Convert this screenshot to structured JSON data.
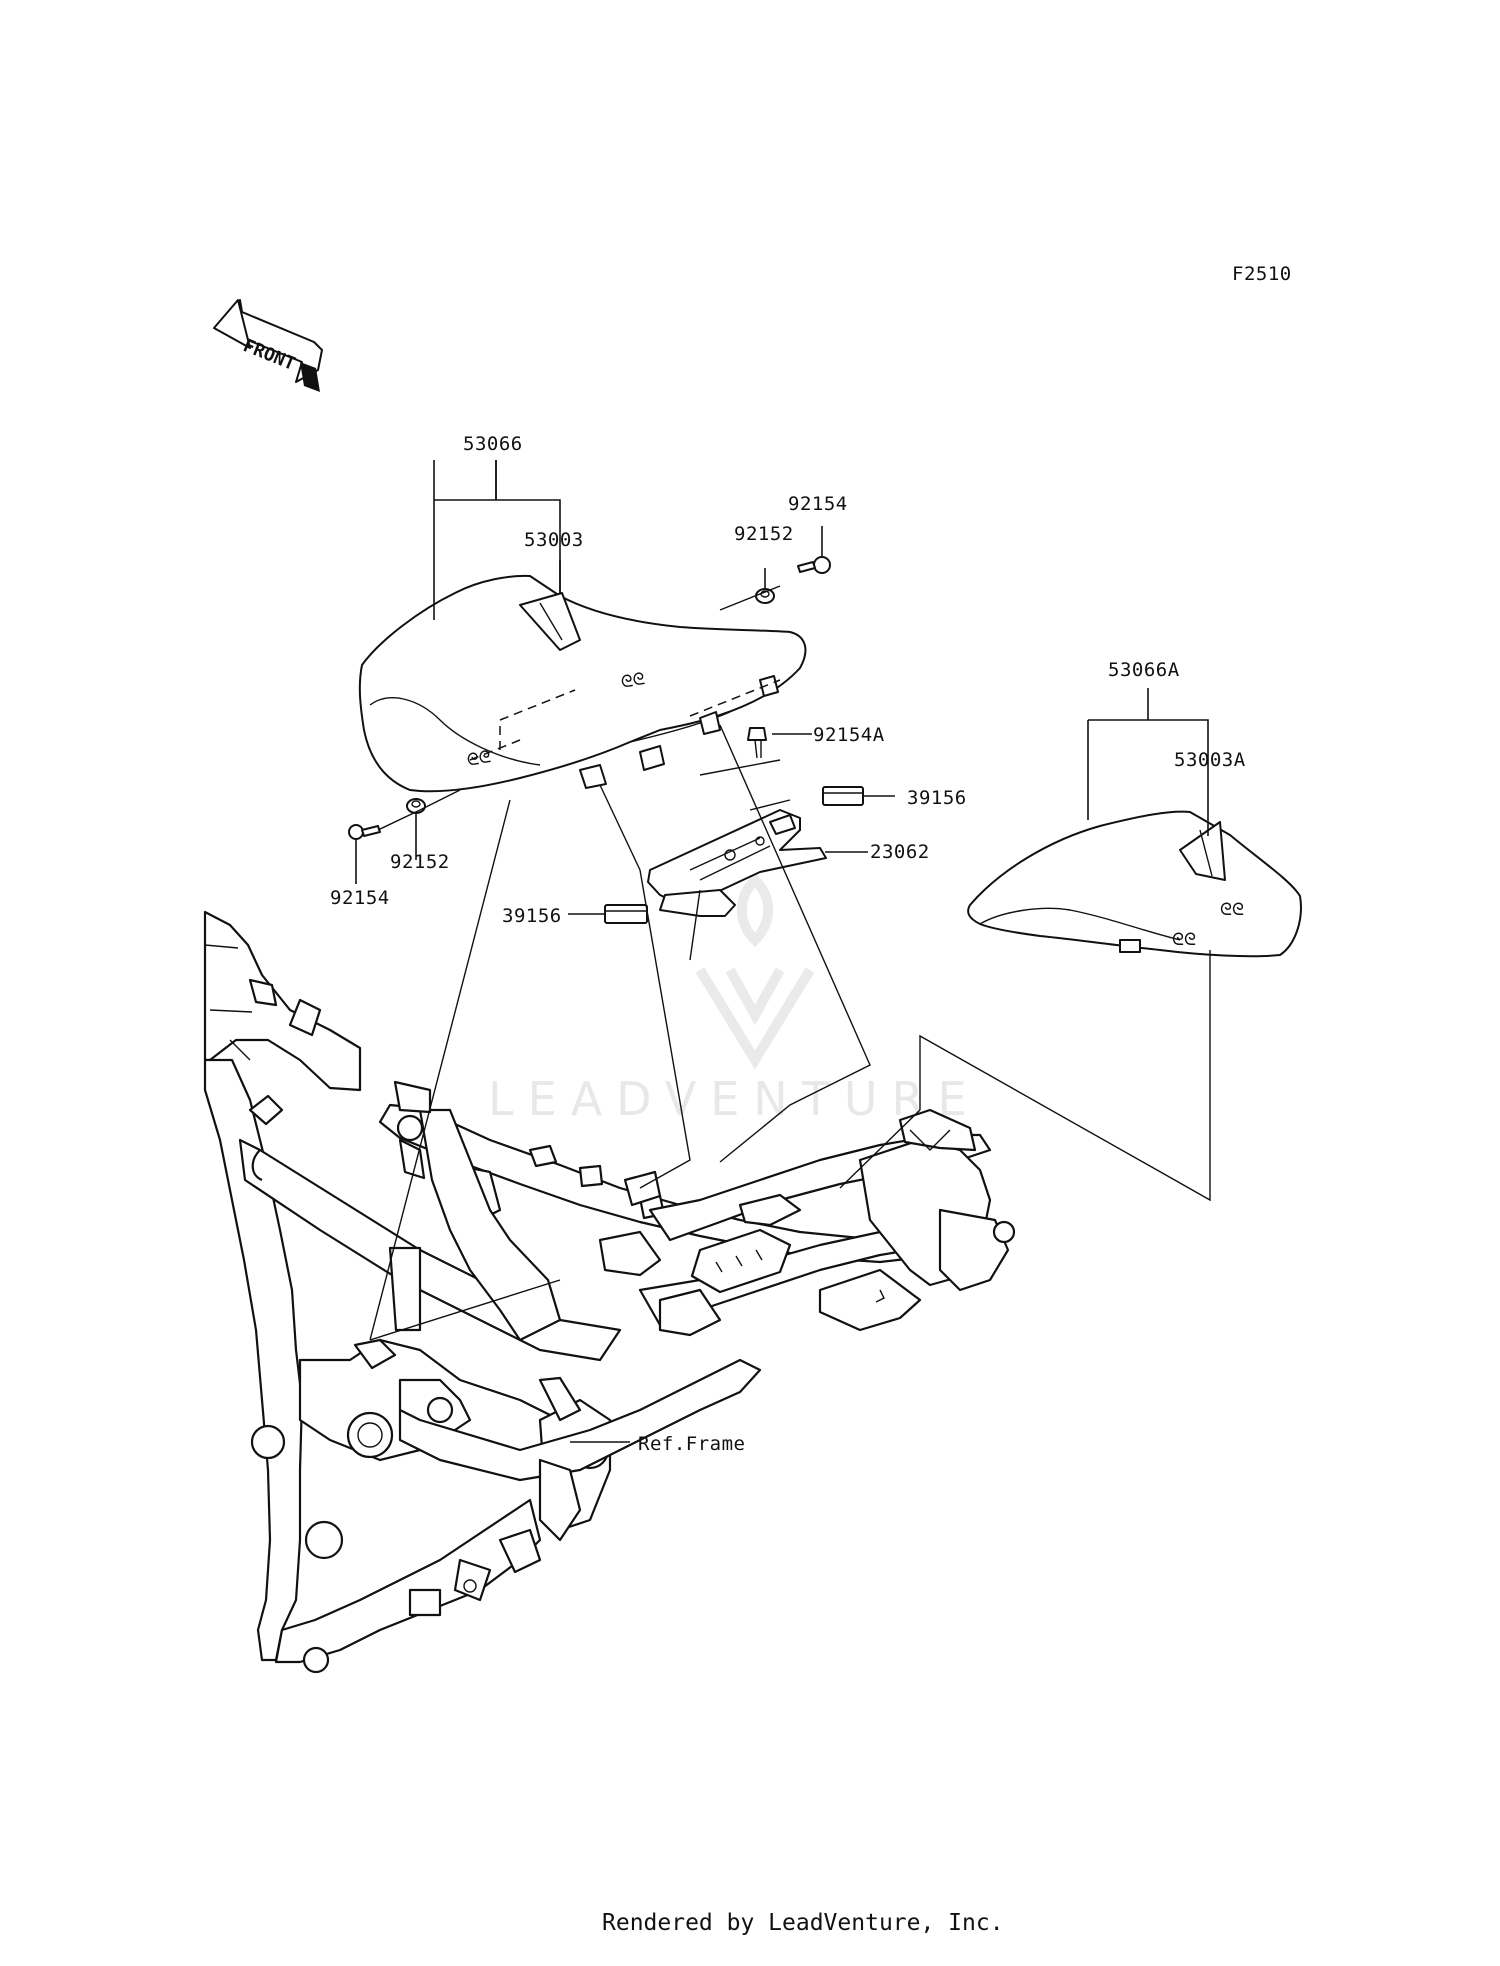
{
  "diagram_code": "F2510",
  "front_indicator": "FRONT",
  "watermark": "LEADVENTURE",
  "footer": "Rendered by LeadVenture, Inc.",
  "callouts": {
    "seat_assy": "53066",
    "seat_base": "53003",
    "bolt_top": "92154",
    "collar_top": "92152",
    "bolt_left": "92154",
    "collar_left": "92152",
    "bolt_bracket": "92154A",
    "damper_right": "39156",
    "damper_left": "39156",
    "bracket": "23062",
    "seat_assy_alt": "53066A",
    "seat_base_alt": "53003A",
    "frame_ref": "Ref.Frame"
  }
}
